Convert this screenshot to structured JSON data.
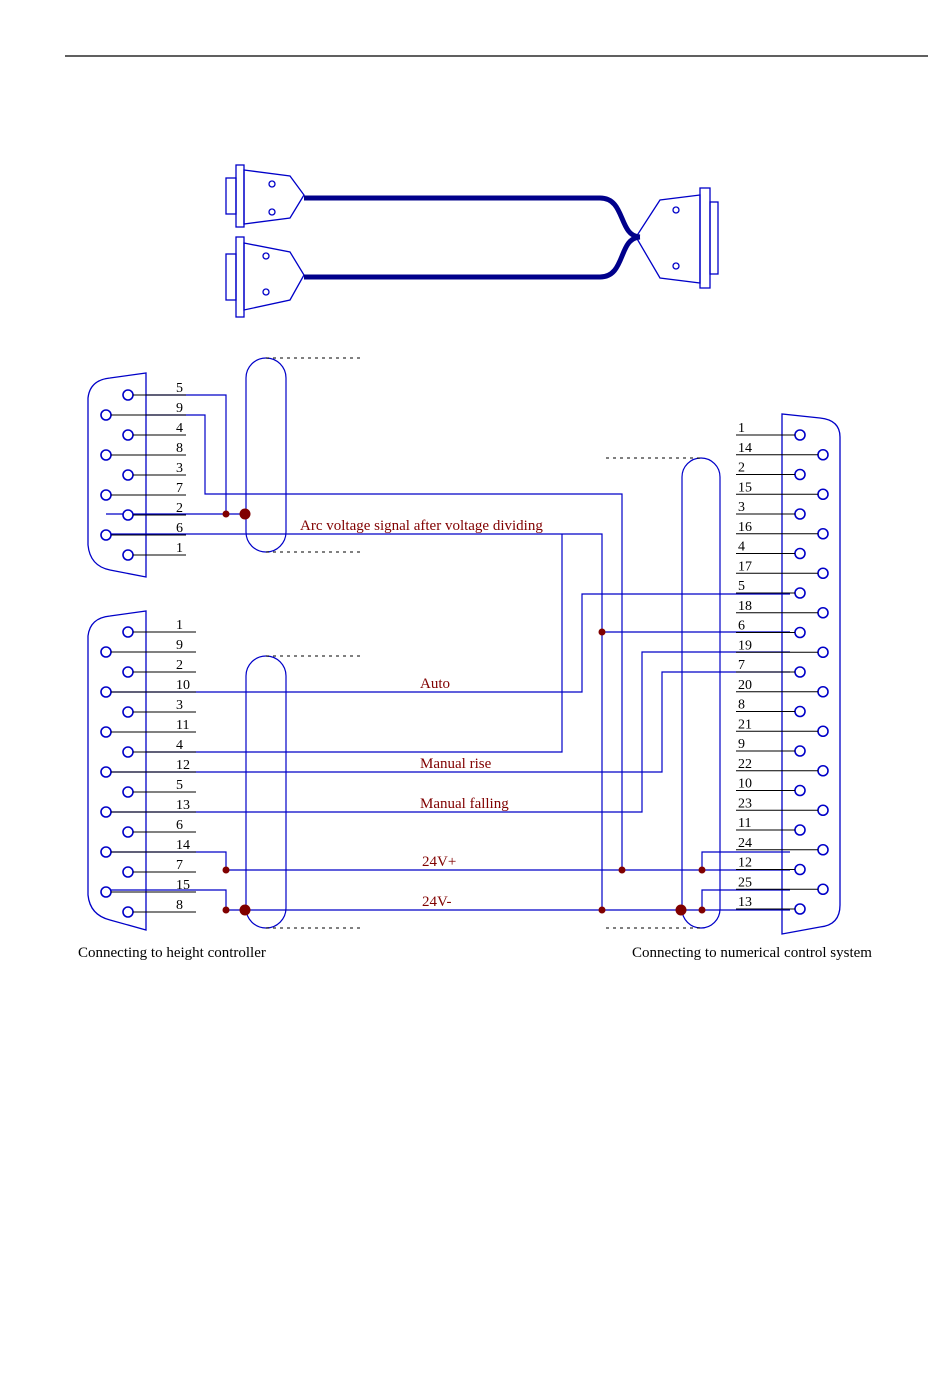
{
  "left_top_connector": {
    "pins": [
      "5",
      "9",
      "4",
      "8",
      "3",
      "7",
      "2",
      "6",
      "1"
    ]
  },
  "left_bottom_connector": {
    "pins": [
      "1",
      "9",
      "2",
      "10",
      "3",
      "11",
      "4",
      "12",
      "5",
      "13",
      "6",
      "14",
      "7",
      "15",
      "8"
    ]
  },
  "right_connector": {
    "pins": [
      "1",
      "14",
      "2",
      "15",
      "3",
      "16",
      "4",
      "17",
      "5",
      "18",
      "6",
      "19",
      "7",
      "20",
      "8",
      "21",
      "9",
      "22",
      "10",
      "23",
      "11",
      "24",
      "12",
      "25",
      "13"
    ]
  },
  "signals": {
    "arc_voltage": "Arc voltage signal after voltage dividing",
    "auto": "Auto",
    "manual_rise": "Manual rise",
    "manual_falling": "Manual falling",
    "v24_plus": "24V+",
    "v24_minus": "24V-"
  },
  "captions": {
    "left": "Connecting to height controller",
    "right": "Connecting to numerical control system"
  },
  "colors": {
    "wire": "#0000c8",
    "signal_text": "#800000",
    "junction": "#800000"
  }
}
